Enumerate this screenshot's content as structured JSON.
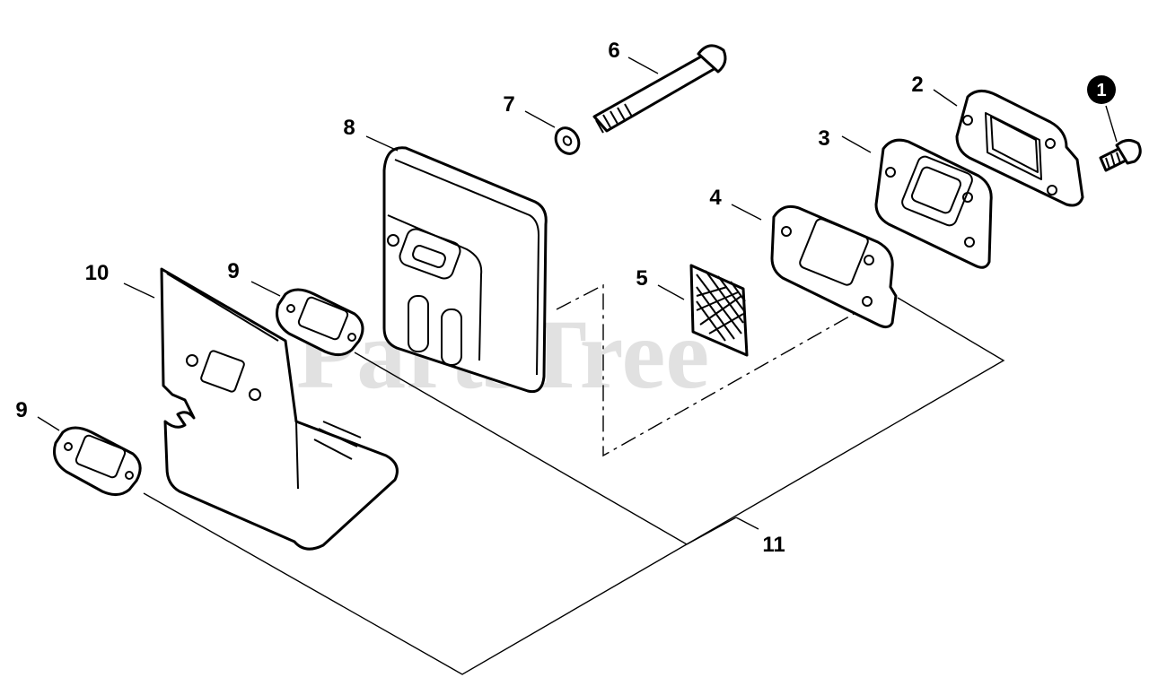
{
  "watermark": "PartsTree",
  "callouts": {
    "c1": "1",
    "c2": "2",
    "c3": "3",
    "c4": "4",
    "c5": "5",
    "c6": "6",
    "c7": "7",
    "c8": "8",
    "c9a": "9",
    "c9b": "9",
    "c10": "10",
    "c11": "11"
  }
}
